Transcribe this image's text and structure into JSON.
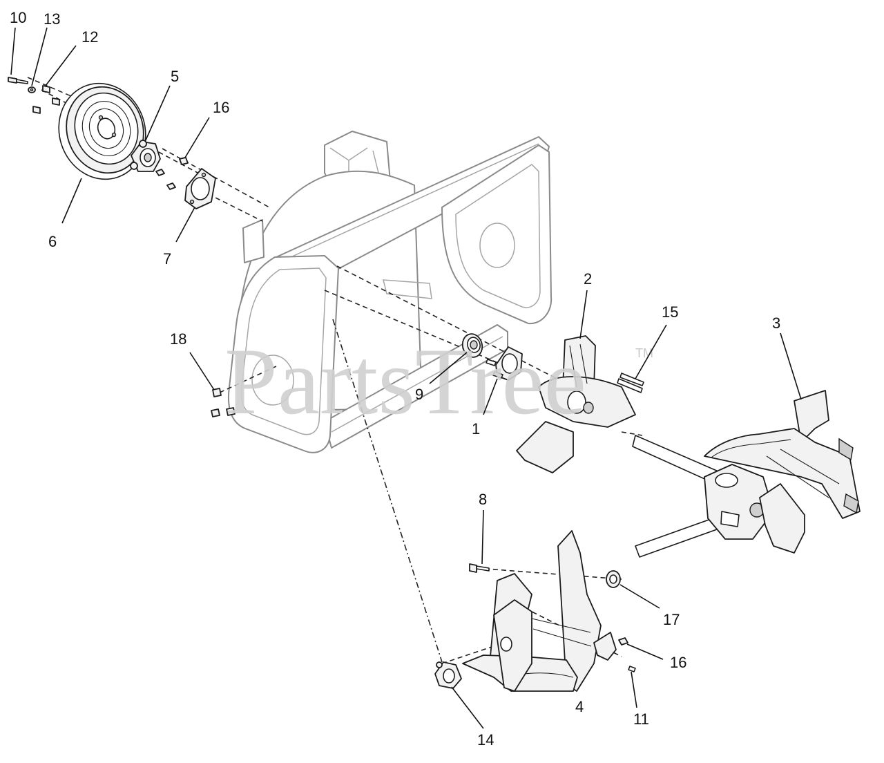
{
  "watermark": {
    "text": "PartsTree",
    "tm": "TM"
  },
  "callouts": [
    "10",
    "13",
    "12",
    "5",
    "16",
    "6",
    "7",
    "2",
    "15",
    "3",
    "18",
    "9",
    "1",
    "8",
    "17",
    "16",
    "11",
    "4",
    "14"
  ]
}
